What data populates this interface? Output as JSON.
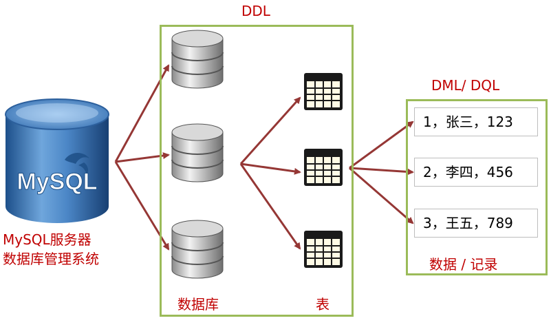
{
  "labels": {
    "ddl": "DDL",
    "dml_dql": "DML/ DQL",
    "server_line1": "MySQL服务器",
    "server_line2": "数据库管理系统",
    "databases": "数据库",
    "tables": "表",
    "data_records": "数据 / 记录",
    "mysql_logo": "MySQL"
  },
  "records": [
    {
      "text": "1，张三，123"
    },
    {
      "text": "2，李四，456"
    },
    {
      "text": "3，王五，789"
    }
  ],
  "colors": {
    "accent_red": "#c00000",
    "arrow": "#953735",
    "box_border": "#9bbb59",
    "mysql_blue": "#2f6fb0"
  }
}
